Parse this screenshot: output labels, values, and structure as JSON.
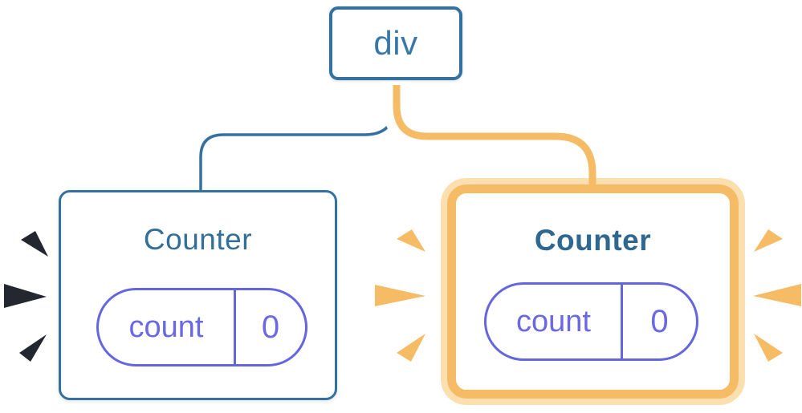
{
  "diagram": {
    "description": "React component tree: a div parent with two Counter children; the right Counter is highlighted with an orange glow and sparks, the left Counter has dark sparks",
    "root": {
      "label": "div"
    },
    "children": [
      {
        "title": "Counter",
        "highlighted": false,
        "state": [
          {
            "key": "count",
            "value": "0"
          }
        ]
      },
      {
        "title": "Counter",
        "highlighted": true,
        "state": [
          {
            "key": "count",
            "value": "0"
          }
        ]
      }
    ],
    "colors": {
      "node_blue": "#35719E",
      "title_blue": "#336E99",
      "pill_purple": "#6366DE",
      "highlight_orange": "#F6BB65",
      "highlight_orange_light": "#FBDFAF",
      "spark_dark": "#23272F",
      "background": "#FFFFFF"
    }
  }
}
